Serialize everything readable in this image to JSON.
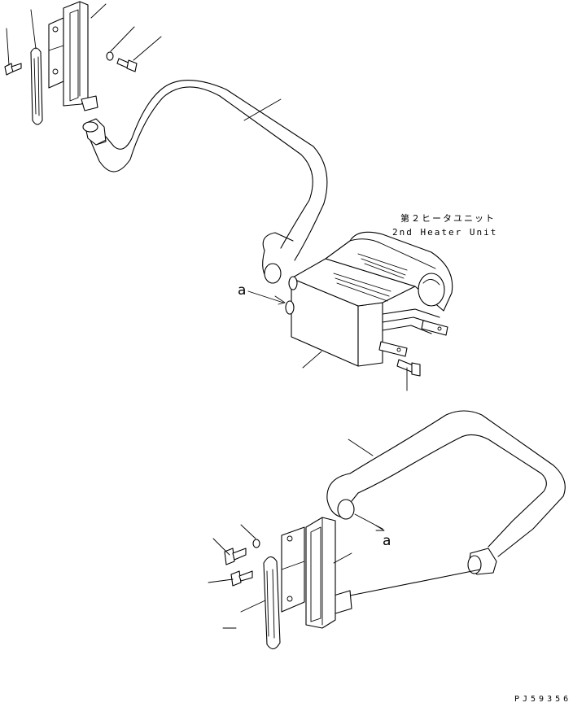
{
  "labels": {
    "heater_jp": "第２ヒータユニット",
    "heater_en": "2nd Heater Unit",
    "ref_top": "a",
    "ref_bottom": "a",
    "drawing_code": "PJ59356"
  }
}
